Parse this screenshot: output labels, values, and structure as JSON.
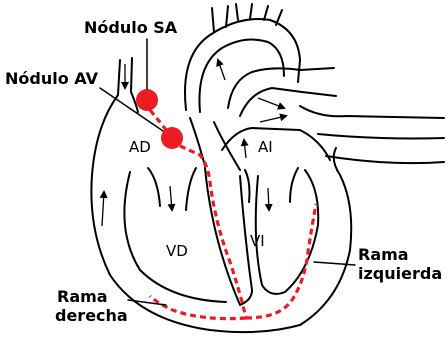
{
  "labels": {
    "sa_node": "Nódulo SA",
    "av_node": "Nódulo AV",
    "right_atrium": "AD",
    "left_atrium": "AI",
    "right_ventricle": "VD",
    "left_ventricle": "VI",
    "left_bundle": {
      "line1": "Rama",
      "line2": "izquierda"
    },
    "right_bundle": {
      "line1": "Rama",
      "line2": "derecha"
    }
  },
  "colors": {
    "conduction": "#ec1c24",
    "outline": "#000000"
  }
}
